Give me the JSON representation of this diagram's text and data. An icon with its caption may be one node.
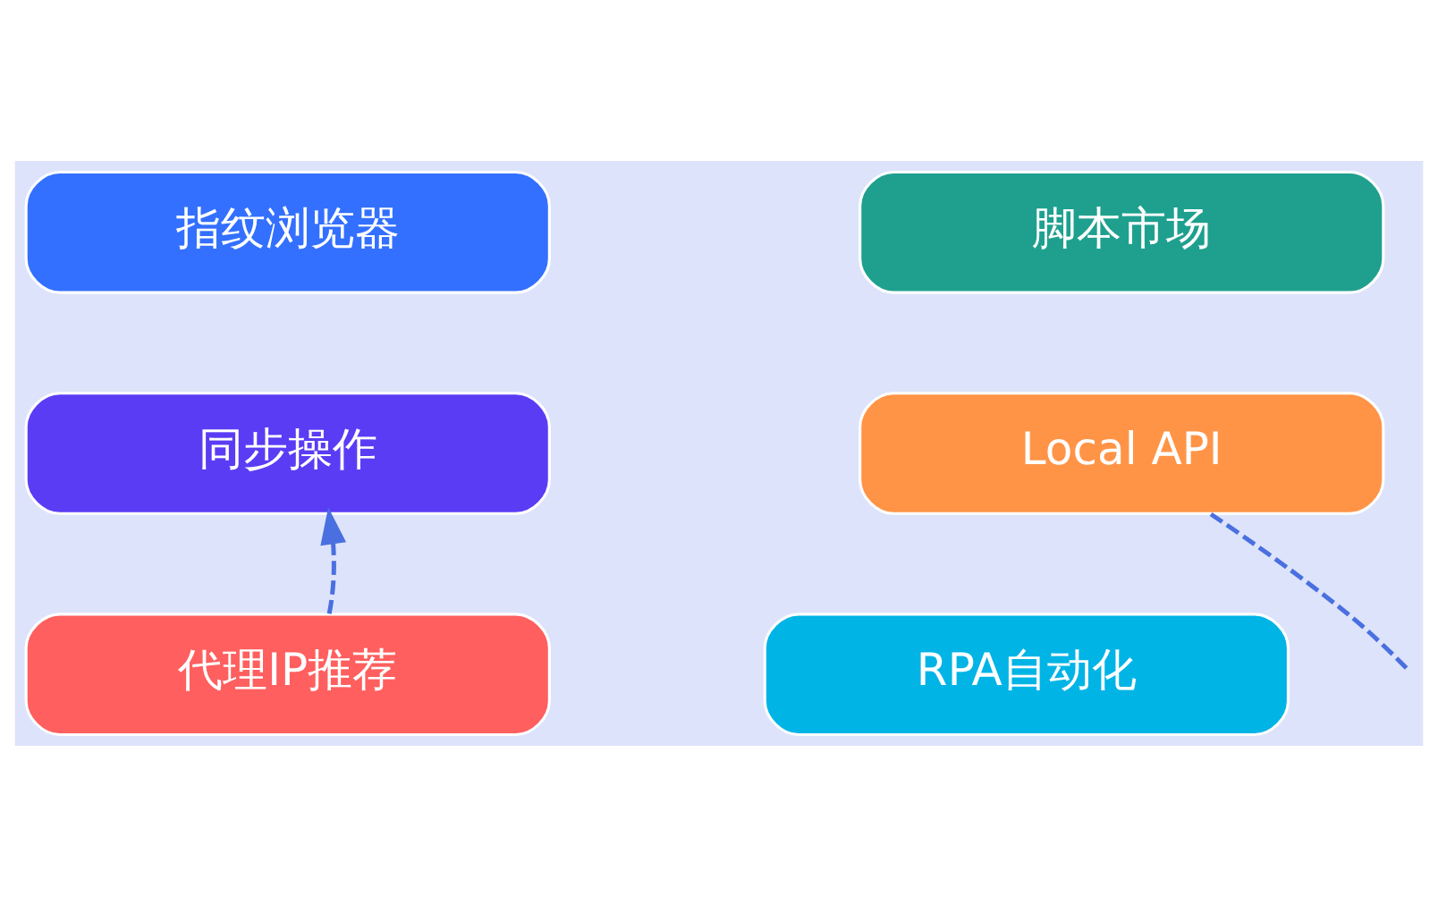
{
  "diagram": {
    "nodes": [
      {
        "text": [
          "指纹浏览器"
        ]
      },
      {
        "text": [
          "脚本市场"
        ]
      },
      {
        "text": [
          "同步操作"
        ]
      },
      {
        "text": [
          "Local API"
        ]
      },
      {
        "text": [
          "代理IP推荐"
        ]
      },
      {
        "text": [
          "RPA自动化"
        ]
      }
    ],
    "edges": [
      {
        "from": 4,
        "to": 2,
        "arrow": "to",
        "style": "dashed"
      },
      {
        "from": 3,
        "to": null,
        "arrow": "none",
        "style": "dashed"
      }
    ]
  }
}
